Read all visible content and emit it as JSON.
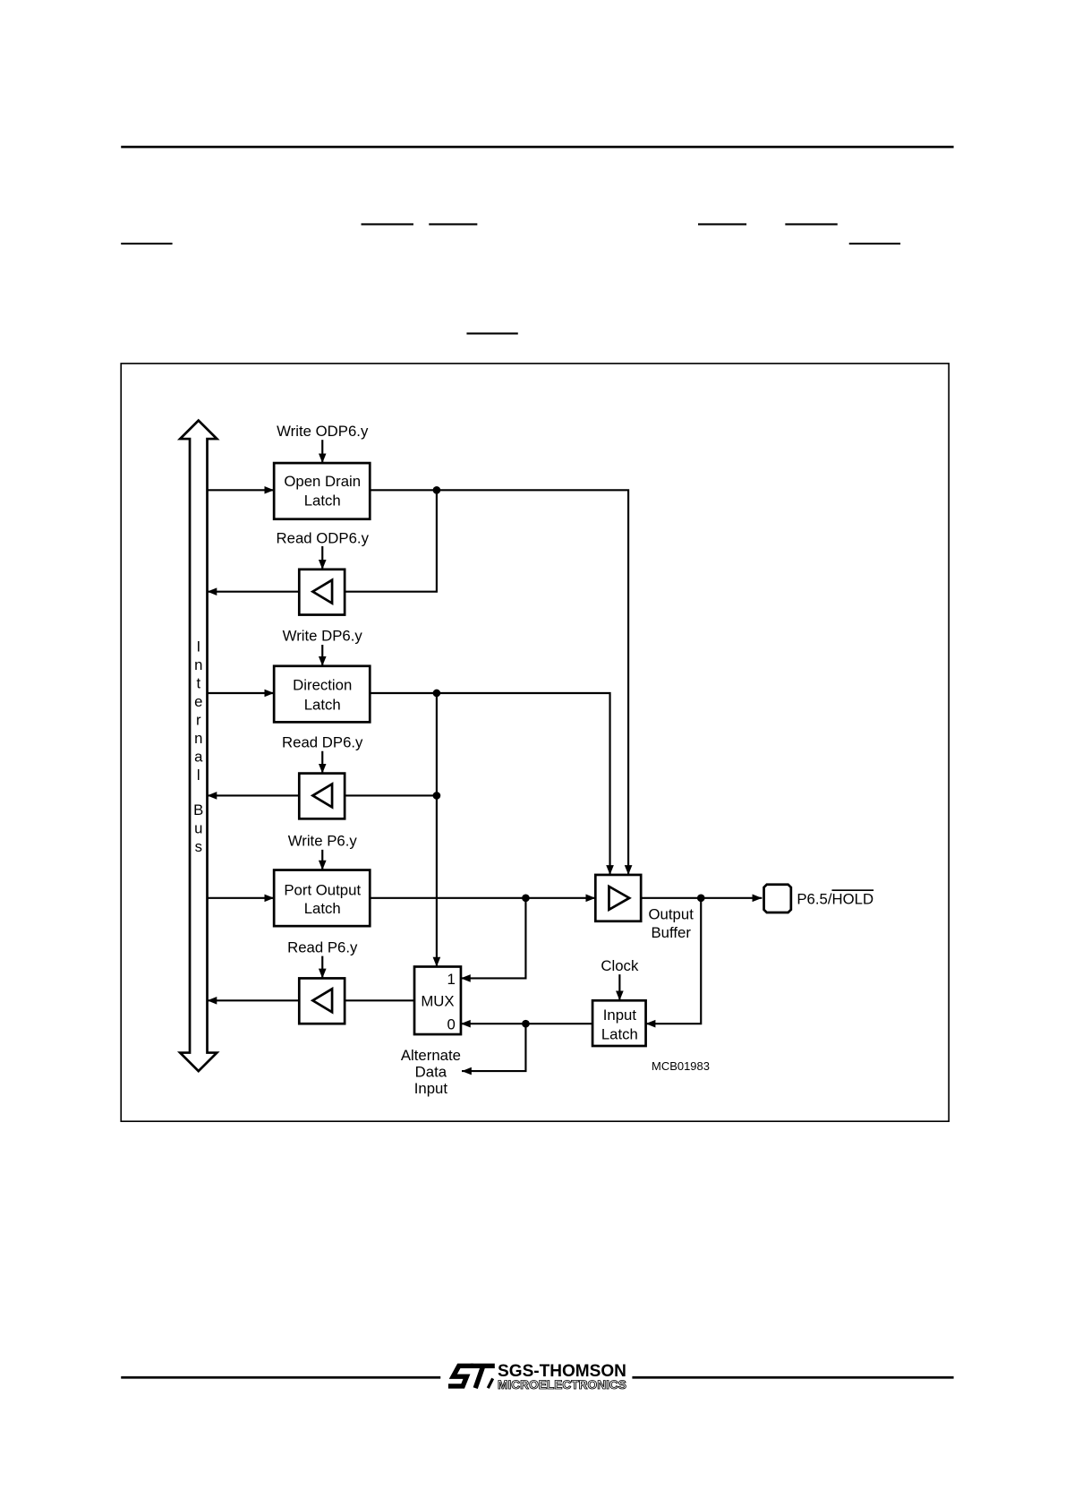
{
  "diagram": {
    "bus": {
      "label": "Internal Bus"
    },
    "open_drain_latch": {
      "write_label": "Write ODP6.y",
      "line1": "Open Drain",
      "line2": "Latch",
      "read_label": "Read ODP6.y"
    },
    "direction_latch": {
      "write_label": "Write DP6.y",
      "line1": "Direction",
      "line2": "Latch",
      "read_label": "Read DP6.y"
    },
    "port_output_latch": {
      "write_label": "Write P6.y",
      "line1": "Port Output",
      "line2": "Latch",
      "read_label": "Read P6.y"
    },
    "output_buffer": {
      "line1": "Output",
      "line2": "Buffer"
    },
    "pin": {
      "prefix": "P6.5/",
      "overlined": "HOLD"
    },
    "input_latch": {
      "clock_label": "Clock",
      "line1": "Input",
      "line2": "Latch"
    },
    "mux": {
      "label": "MUX",
      "input_1": "1",
      "input_0": "0"
    },
    "alternate_input": {
      "line1": "Alternate",
      "line2": "Data",
      "line3": "Input"
    },
    "figure_code": "MCB01983"
  },
  "footer": {
    "logo_brand": "SGS-THOMSON",
    "logo_sub": "MICROELECTRONICS"
  }
}
